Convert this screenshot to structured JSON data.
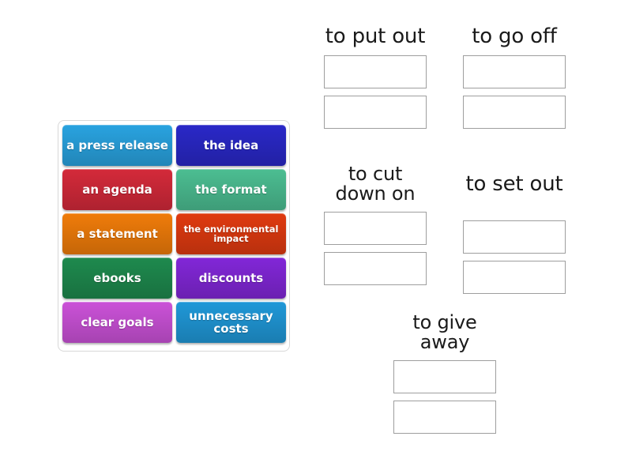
{
  "activity": {
    "type": "group-sort",
    "background_color": "#ffffff"
  },
  "tile_bank": {
    "name": "word-tile-bank",
    "columns": 2,
    "rows": 5,
    "tiles": [
      {
        "label": "a press release",
        "color": "#29a3e0",
        "small": false
      },
      {
        "label": "the idea",
        "color": "#2a28c8",
        "small": false
      },
      {
        "label": "an agenda",
        "color": "#d42a3a",
        "small": false
      },
      {
        "label": "the format",
        "color": "#4cbe92",
        "small": false
      },
      {
        "label": "a statement",
        "color": "#f07c0a",
        "small": false
      },
      {
        "label": "the environmental impact",
        "color": "#e03a10",
        "small": true
      },
      {
        "label": "ebooks",
        "color": "#1e8a4e",
        "small": false
      },
      {
        "label": "discounts",
        "color": "#8227d8",
        "small": false
      },
      {
        "label": "clear goals",
        "color": "#cb52d8",
        "small": false
      },
      {
        "label": "unnecessary costs",
        "color": "#2098d8",
        "small": false
      }
    ]
  },
  "categories": [
    {
      "title": "to put out",
      "box_count": 2,
      "boxes": [
        "",
        ""
      ]
    },
    {
      "title": "to go off",
      "box_count": 2,
      "boxes": [
        "",
        ""
      ]
    },
    {
      "title": "to cut\ndown on",
      "box_count": 2,
      "boxes": [
        "",
        ""
      ]
    },
    {
      "title": "to set out",
      "box_count": 2,
      "boxes": [
        "",
        ""
      ]
    },
    {
      "title": "to give\naway",
      "box_count": 2,
      "boxes": [
        "",
        ""
      ]
    }
  ]
}
